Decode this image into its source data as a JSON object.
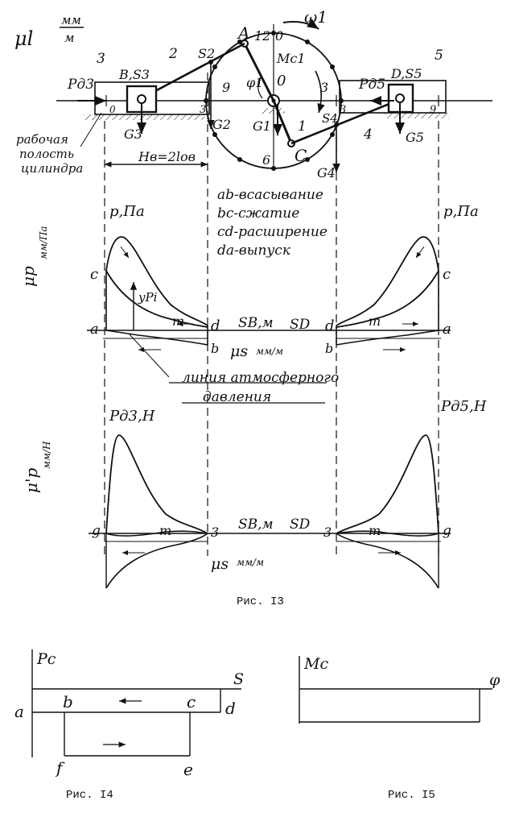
{
  "scale_top": {
    "mu_l": "μl",
    "num": "мм",
    "den": "м"
  },
  "omega": "ω1",
  "mech": {
    "A": "A",
    "twelve": "12",
    "zero_top": "0",
    "Mc1": "Mc1",
    "phi1": "φ1",
    "zero_center": "0",
    "three_r": "3",
    "nine_l": "9",
    "six": "6",
    "one": "1",
    "C": "C",
    "S2": "S2",
    "two": "2",
    "three_num": "3",
    "BS3": "B,S3",
    "Pd3": "Pд3",
    "G3": "G3",
    "G2": "G2",
    "G1": "G1",
    "S4": "S4",
    "four": "4",
    "G4": "G4",
    "five": "5",
    "DS5": "D,S5",
    "Pd5": "Pд5",
    "G5": "G5",
    "tick_l0": "0",
    "tick_l3": "3",
    "tick_r3": "3",
    "tick_r9": "9",
    "work1": "рабочая",
    "work2": "полость",
    "work3": "цилиндра",
    "stroke": "Hв=2lов"
  },
  "legend": {
    "ab": "ab-всасывание",
    "bc": "bc-сжатие",
    "cd": "cd-расширение",
    "da": "da-выпуск"
  },
  "pv": {
    "p_left": "p,Па",
    "p_right": "p,Па",
    "mu_p": "μp",
    "mu_p_unit": "мм/Па",
    "ypi": "yPi",
    "c_l": "c",
    "a_l": "a",
    "m_l": "m",
    "d_l": "d",
    "b_l": "b",
    "SB": "SB,м",
    "SD": "SD",
    "d_r": "d",
    "m_r": "m",
    "a_r": "a",
    "b_r": "b",
    "c_r": "c",
    "mu_s": "μs",
    "mu_s_unit": "мм/м"
  },
  "atm": {
    "line1": "линия атмосферного",
    "line2": "давления"
  },
  "force": {
    "Pd3H": "Pд3,H",
    "Pd5H": "Pд5,H",
    "mu_p2": "μ'p",
    "mu_p2_unit": "мм/H",
    "g_l": "g",
    "m_l": "m",
    "three_l": "3",
    "SB": "SB,м",
    "SD": "SD",
    "three_r": "3",
    "m_r": "m",
    "g_r": "g",
    "mu_s": "μs",
    "mu_s_unit": "мм/м"
  },
  "fig13": "Рис. I3",
  "fig14": {
    "Pc": "Pc",
    "S": "S",
    "a": "a",
    "b": "b",
    "c": "c",
    "d": "d",
    "f": "f",
    "e": "e",
    "caption": "Рис. I4"
  },
  "fig15": {
    "Mc": "Mc",
    "phi": "φ",
    "caption": "Рис. I5"
  }
}
